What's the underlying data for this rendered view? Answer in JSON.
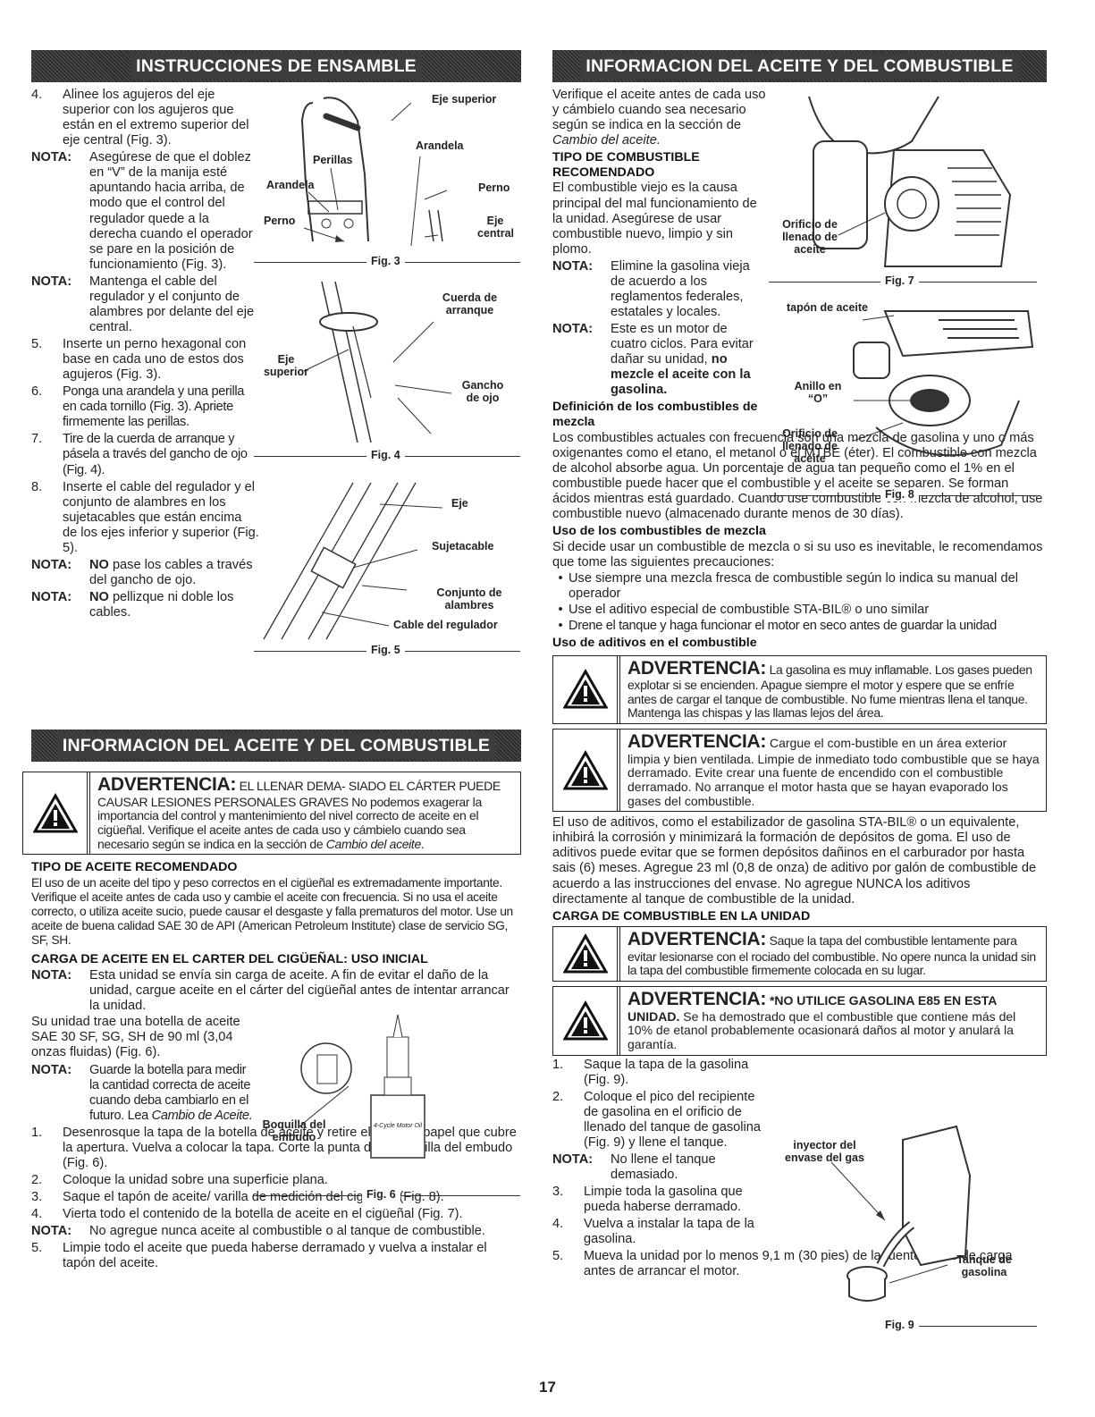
{
  "banners": {
    "assembly": "INSTRUCCIONES DE ENSAMBLE",
    "oil_fuel": "INFORMACION DEL ACEITE Y DEL COMBUSTIBLE"
  },
  "nota_label": "NOTA:",
  "assembly": {
    "s4": "Alinee los agujeros del eje superior con los agujeros que están en el extremo superior del eje central (Fig. 3).",
    "n1": "Asegúrese de que el doblez en “V” de la manija esté apuntando hacia arriba, de modo que el control del regulador quede a la derecha cuando el operador se pare en la posición de funcionamiento (Fig. 3).",
    "n2": "Mantenga el cable del regulador y el conjunto de alambres por delante del eje central.",
    "s5": "Inserte un perno hexagonal con base en cada uno de estos dos agujeros (Fig. 3).",
    "s6": "Ponga una arandela y una perilla en cada tornillo (Fig. 3). Apriete firmemente las perillas.",
    "s7": "Tire de la cuerda de arranque y pásela a través del gancho de ojo (Fig. 4).",
    "s8": "Inserte el cable del regulador y el conjunto de alambres en los sujetacables que están encima de los ejes inferior y superior (Fig. 5).",
    "n3_bold": "NO",
    "n3": " pase los cables a través del gancho de ojo.",
    "n4_bold": "NO",
    "n4": " pellizque ni doble los cables."
  },
  "fig3": {
    "caption": "Fig. 3",
    "eje_superior": "Eje superior",
    "perillas": "Perillas",
    "arandela1": "Arandela",
    "arandela2": "Arandela",
    "perno1": "Perno",
    "perno2": "Perno",
    "eje_central": "Eje central"
  },
  "fig4": {
    "caption": "Fig. 4",
    "cuerda": "Cuerda de arranque",
    "eje_superior": "Eje superior",
    "gancho": "Gancho de ojo"
  },
  "fig5": {
    "caption": "Fig. 5",
    "eje": "Eje",
    "sujetacable": "Sujetacable",
    "conjunto": "Conjunto de alambres",
    "cable": "Cable del regulador"
  },
  "oil": {
    "warn1_kw": "ADVERTENCIA:",
    "warn1": " EL LLENAR DEMA- SIADO EL CÁRTER PUEDE CAUSAR LESIONES PERSONALES GRAVES No podemos exagerar la importancia del control y mantenimiento del nivel correcto de aceite en el cigüeñal. Verifique el aceite antes de cada uso y cámbielo cuando sea necesario según se indica en la sección de ",
    "warn1_it": "Cambio del aceite",
    "warn1_end": ".",
    "h_tipo": "TIPO DE ACEITE RECOMENDADO",
    "tipo": "El uso de un aceite del tipo y peso correctos en el cigüeñal es extremadamente importante. Verifique el aceite antes de cada uso y cambie el aceite con frecuencia. Si no usa el aceite correcto, o utiliza aceite sucio, puede causar el desgaste y falla prematuros del motor. Use un aceite de buena calidad SAE 30 de API (American Petroleum Institute) clase de servicio SG, SF, SH.",
    "h_carga": "CARGA DE ACEITE EN EL CARTER DEL CIGÜEÑAL: USO INICIAL",
    "n_carga": "Esta unidad se envía sin carga de aceite. A fin de evitar el daño de la unidad, cargue aceite en el cárter del cigüeñal antes de intentar arrancar la unidad.",
    "botella": "Su unidad trae una botella de aceite SAE 30 SF, SG, SH de 90 ml (3,04 onzas fluidas) (Fig. 6).",
    "n_guarde": "Guarde la botella para medir la cantidad correcta de aceite cuando deba cambiarlo en el futuro. Lea ",
    "n_guarde_it": "Cambio de Aceite.",
    "s1": "Desenrosque la tapa de la botella de aceite y retire el sello de papel que cubre la apertura. Vuelva a colocar la tapa. Corte la punta de la boquilla del embudo (Fig. 6).",
    "s2": "Coloque la unidad sobre una superficie plana.",
    "s3": "Saque el tapón de aceite/ varilla de medición del cigüeñal (Fig. 8).",
    "s4": "Vierta todo el contenido de la botella de aceite en el cigüeñal (Fig. 7).",
    "n_nunca": "No agregue nunca aceite al combustible o al tanque de combustible.",
    "s5": "Limpie todo el aceite que pueda haberse derramado y vuelva a instalar el tapón del aceite."
  },
  "fig6": {
    "caption": "Fig. 6",
    "boquilla": "Boquilla del embudo",
    "bottle_text": "4-Cycle Motor Oil"
  },
  "fuel": {
    "intro": "Verifique el aceite antes de cada uso y cámbielo cuando sea necesario según se indica en la sección de ",
    "intro_it": "Cambio del aceite.",
    "h_tipo": "TIPO DE COMBUSTIBLE RECOMENDADO",
    "tipo": "El combustible viejo es la causa principal del mal funcionamiento de la unidad. Asegúrese de usar combustible nuevo, limpio y sin plomo.",
    "n1": "Elimine la gasolina vieja de acuerdo a los reglamentos federales, estatales y locales.",
    "n2": "Este es un motor de cuatro ciclos. Para evitar dañar su unidad, ",
    "n2_bold": "no mezcle el aceite con la gasolina.",
    "h_def": "Definición de los combustibles de mezcla",
    "def": "Los combustibles actuales con frecuencia son una mezcla de gasolina y uno o más oxigenantes como el etano, el metanol o el MTBE (éter). El combustible con mezcla de alcohol absorbe agua. Un porcentaje de agua tan pequeño como el 1% en el combustible puede hacer que el combustible y el aceite se separen. Se forman ácidos mientras está guardado. Cuando use combustible con mezcla de alcohol, use combustible nuevo (almacenado durante menos de 30 días).",
    "h_uso": "Uso de los combustibles de mezcla",
    "uso": "Si decide usar un combustible de mezcla o si su uso es inevitable, le recomendamos que tome las siguientes precauciones:",
    "b1": "Use siempre una mezcla fresca de combustible según lo indica su manual del operador",
    "b2": "Use el aditivo especial de combustible STA-BIL® o uno similar",
    "b3": "Drene el tanque y haga funcionar el motor en seco antes de guardar la unidad",
    "h_aditivos": "Uso de aditivos en el combustible",
    "w1_kw": "ADVERTENCIA:",
    "w1": " La gasolina es muy inflamable. Los gases pueden explotar si se encienden. Apague siempre el motor y espere que se enfríe antes de cargar el tanque de combustible. No fume mientras llena el tanque. Mantenga las chispas y las llamas lejos del área.",
    "w2_kw": "ADVERTENCIA:",
    "w2": " Cargue el com-bustible en un área exterior limpia y bien ventilada. Limpie de inmediato todo combustible que se haya derramado. Evite crear una fuente de encendido con el combustible derramado. No arranque el motor hasta que se hayan evaporado los gases del combustible.",
    "aditivos": "El uso de aditivos, como el estabilizador de gasolina STA-BIL® o un equivalente, inhibirá la corrosión y minimizará la formación de depósitos de goma. El uso de aditivos puede evitar que se formen depósitos dañinos en el carburador por hasta sais (6) meses. Agregue 23 ml (0,8 de onza) de aditivo por galón de combustible de acuerdo a las instrucciones del envase. No agregue NUNCA los aditivos directamente al tanque de combustible de la unidad.",
    "h_carga": "CARGA DE COMBUSTIBLE EN LA UNIDAD",
    "w3_kw": "ADVERTENCIA:",
    "w3": " Saque la tapa del combustible lentamente para evitar lesionarse con el rociado del combustible. No opere nunca la unidad sin la tapa del combustible firmemente colocada en su lugar.",
    "w4_kw": "ADVERTENCIA:",
    "w4_bold": " *NO UTILICE GASOLINA E85 EN ESTA UNIDAD.",
    "w4": " Se ha demostrado que el combustible que contiene más del 10% de etanol probablemente ocasionará daños al motor y anulará la garantía.",
    "s1": "Saque la tapa de la gasolina (Fig. 9).",
    "s2": "Coloque el pico del recipiente de gasolina en el orificio de llenado del tanque de gasolina (Fig. 9) y llene el tanque.",
    "n3": "No llene el tanque demasiado.",
    "s3": "Limpie toda la gasolina que pueda haberse derramado.",
    "s4": "Vuelva a instalar la tapa de la gasolina.",
    "s5": "Mueva la unidad por lo menos 9,1 m (30 pies) de la fuente y sitio de carga antes de arrancar el motor."
  },
  "fig7": {
    "caption": "Fig. 7",
    "orificio": "Orificio de llenado de aceite"
  },
  "fig8": {
    "caption": "Fig. 8",
    "tapon": "tapón de aceite",
    "anillo": "Anillo en “O”",
    "orificio": "Orificio de llenado de aceite"
  },
  "fig9": {
    "caption": "Fig. 9",
    "inyector": "inyector del envase del gas",
    "tanque": "Tanque de gasolina"
  },
  "page_number": "17"
}
